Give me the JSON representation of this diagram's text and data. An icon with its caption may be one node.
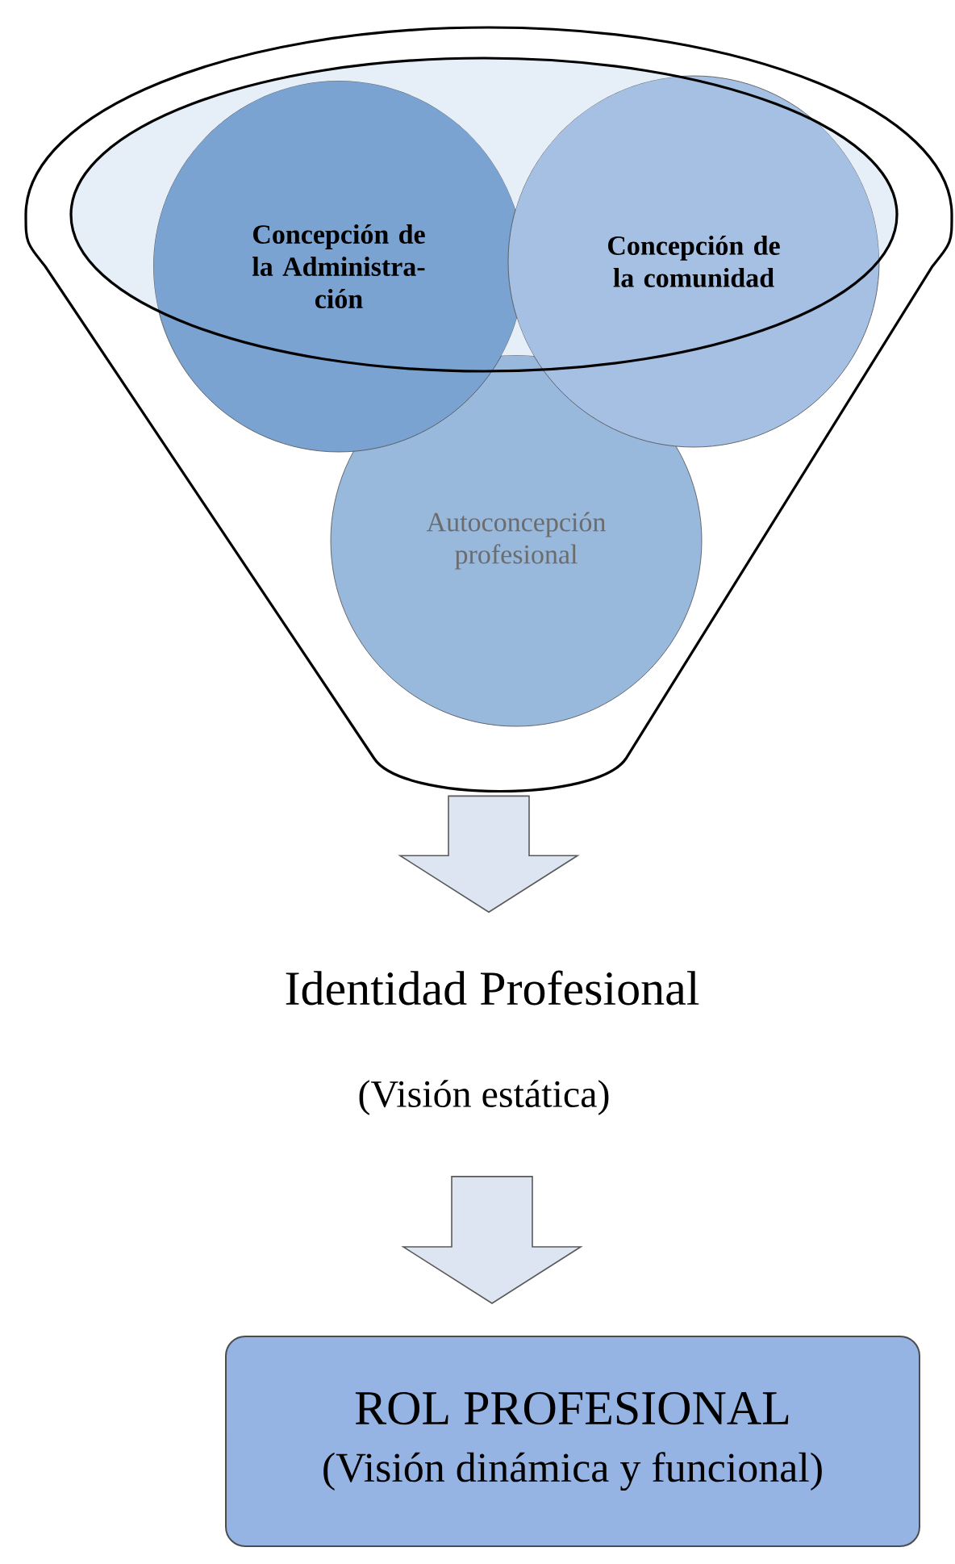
{
  "diagram": {
    "nodes": [
      {
        "text": [],
        "shape": "funnel"
      },
      {
        "text": [
          "Concepción de la Administra- ción"
        ],
        "in": 0
      },
      {
        "text": [
          "Concepción de la comunidad"
        ],
        "in": 0
      },
      {
        "text": [
          "Autoconcepción profesional"
        ],
        "in": 0
      },
      {
        "text": [
          "Identidad Profesional"
        ],
        "beside": [
          "(Visión estática)"
        ]
      },
      {
        "text": [
          "ROL PROFESIONAL",
          "(Visión dinámica y funcional)"
        ]
      }
    ],
    "edges": [
      {
        "from": 0,
        "to": 4,
        "arrow": "to"
      },
      {
        "from": 4,
        "to": 5,
        "arrow": "to"
      }
    ]
  }
}
